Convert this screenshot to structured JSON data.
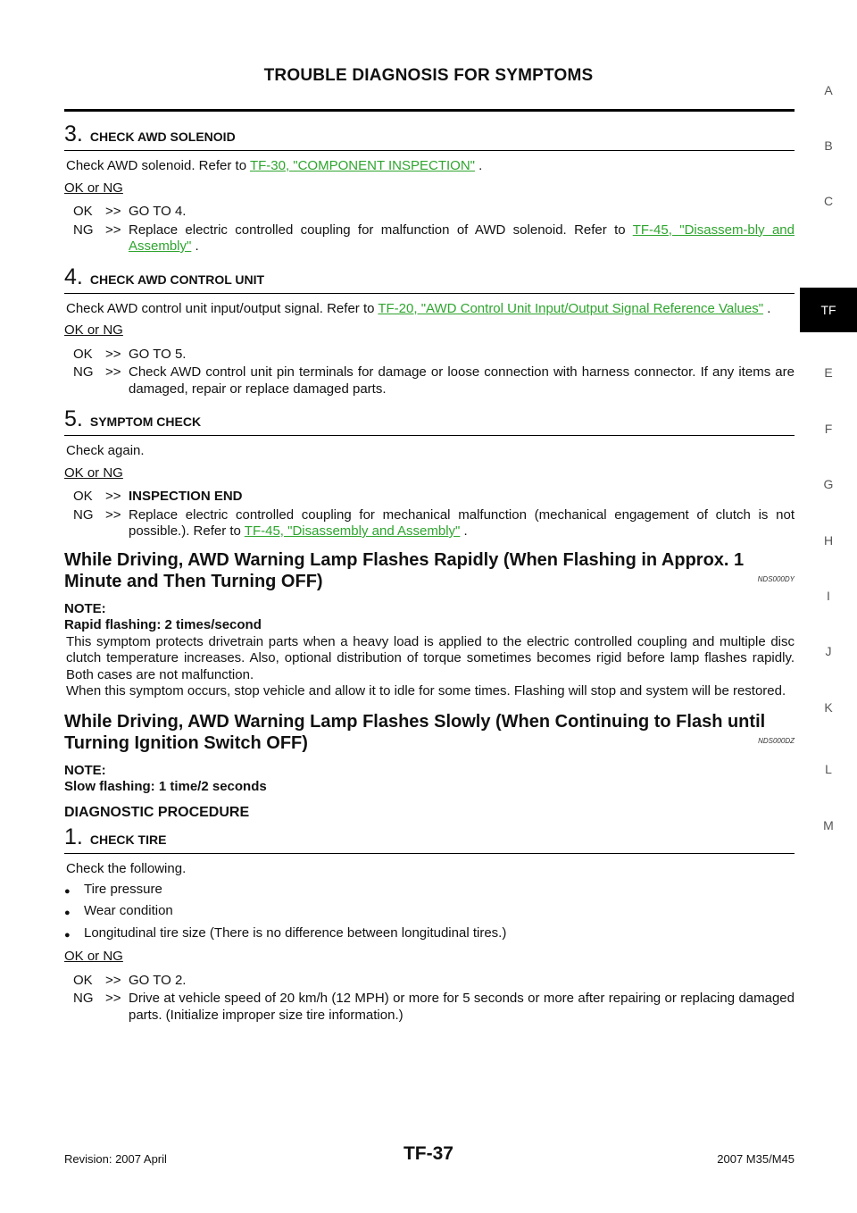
{
  "header": {
    "title": "TROUBLE DIAGNOSIS FOR SYMPTOMS"
  },
  "side_index": [
    "A",
    "B",
    "C",
    "TF",
    "E",
    "F",
    "G",
    "H",
    "I",
    "J",
    "K",
    "L",
    "M"
  ],
  "step3": {
    "num": "3.",
    "title": "CHECK AWD SOLENOID",
    "text_pre": "Check AWD solenoid. Refer to ",
    "link": "TF-30, \"COMPONENT INSPECTION\"",
    "text_post": " .",
    "okng": "OK or NG",
    "ok_key": "OK",
    "ok_arrow": ">>",
    "ok_text": "GO TO 4.",
    "ng_key": "NG",
    "ng_arrow": ">>",
    "ng_text": "Replace electric controlled coupling for malfunction of AWD solenoid. Refer to ",
    "ng_link": "TF-45, \"Disassem-bly and Assembly\"",
    "ng_post": " ."
  },
  "step4": {
    "num": "4.",
    "title": "CHECK AWD CONTROL UNIT",
    "text_pre": "Check AWD control unit input/output signal. Refer to ",
    "link": "TF-20, \"AWD Control Unit Input/Output Signal Reference Values\"",
    "text_post": " .",
    "okng": "OK or NG",
    "ok_key": "OK",
    "ok_arrow": ">>",
    "ok_text": "GO TO 5.",
    "ng_key": "NG",
    "ng_arrow": ">>",
    "ng_text": "Check AWD control unit pin terminals for damage or loose connection with harness connector. If any items are damaged, repair or replace damaged parts."
  },
  "step5": {
    "num": "5.",
    "title": "SYMPTOM CHECK",
    "text": "Check again.",
    "okng": "OK or NG",
    "ok_key": "OK",
    "ok_arrow": ">>",
    "ok_text": "INSPECTION END",
    "ng_key": "NG",
    "ng_arrow": ">>",
    "ng_text": "Replace electric controlled coupling for mechanical malfunction (mechanical engagement of clutch is not possible.). Refer to ",
    "ng_link": "TF-45, \"Disassembly and Assembly\"",
    "ng_post": " ."
  },
  "section_rapid": {
    "title": "While Driving, AWD Warning Lamp Flashes Rapidly (When Flashing in Approx. 1 Minute and Then Turning OFF)",
    "code": "NDS000DY",
    "note_head": "NOTE:",
    "note_sub": "Rapid flashing: 2 times/second",
    "para1": "This symptom protects drivetrain parts when a heavy load is applied to the electric controlled coupling and multiple disc clutch temperature increases. Also, optional distribution of torque sometimes becomes rigid before lamp flashes rapidly. Both cases are not malfunction.",
    "para2": "When this symptom occurs, stop vehicle and allow it to idle for some times. Flashing will stop and system will be restored."
  },
  "section_slow": {
    "title": "While Driving, AWD Warning Lamp Flashes Slowly (When Continuing to Flash until Turning Ignition Switch OFF)",
    "code": "NDS000DZ",
    "note_head": "NOTE:",
    "note_sub": "Slow flashing: 1 time/2 seconds"
  },
  "diag": {
    "title": "DIAGNOSTIC PROCEDURE"
  },
  "step1": {
    "num": "1.",
    "title": "CHECK TIRE",
    "text": "Check the following.",
    "bullets": [
      "Tire pressure",
      "Wear condition",
      "Longitudinal tire size (There is no difference between longitudinal tires.)"
    ],
    "bullet_glyph": "●",
    "okng": "OK or NG",
    "ok_key": "OK",
    "ok_arrow": ">>",
    "ok_text": "GO TO 2.",
    "ng_key": "NG",
    "ng_arrow": ">>",
    "ng_text": "Drive at vehicle speed of 20 km/h (12 MPH) or more for 5 seconds or more after repairing or replacing damaged parts. (Initialize improper size tire information.)"
  },
  "footer": {
    "left": "Revision: 2007 April",
    "center": "TF-37",
    "right": "2007 M35/M45"
  }
}
